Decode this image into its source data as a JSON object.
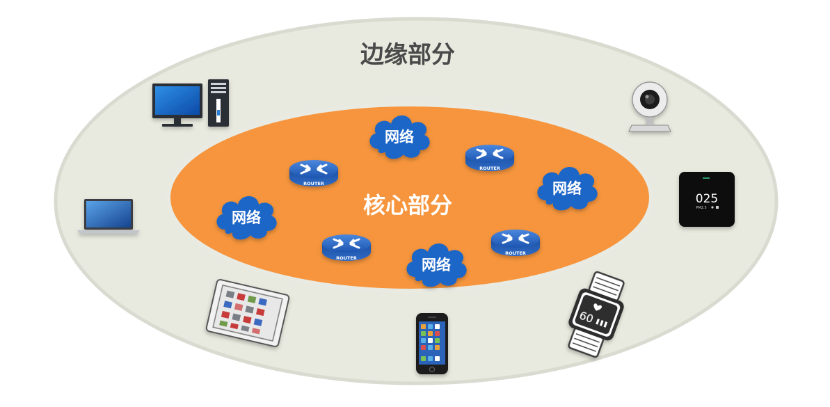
{
  "diagram": {
    "edge_title": "边缘部分",
    "core_title": "核心部分",
    "router_label": "ROUTER",
    "cloud_label": "网络",
    "watch_reading": "60",
    "clock_device_reading": "025",
    "clock_device_subtext": "PM2.5"
  },
  "colors": {
    "outer_fill": "#e8eadf",
    "outer_stroke": "#dadcd2",
    "core_fill": "#f6953d",
    "cloud_fill": "#1f66c8",
    "router_fill": "#2a66c4",
    "title_text": "#4a4a4a"
  }
}
